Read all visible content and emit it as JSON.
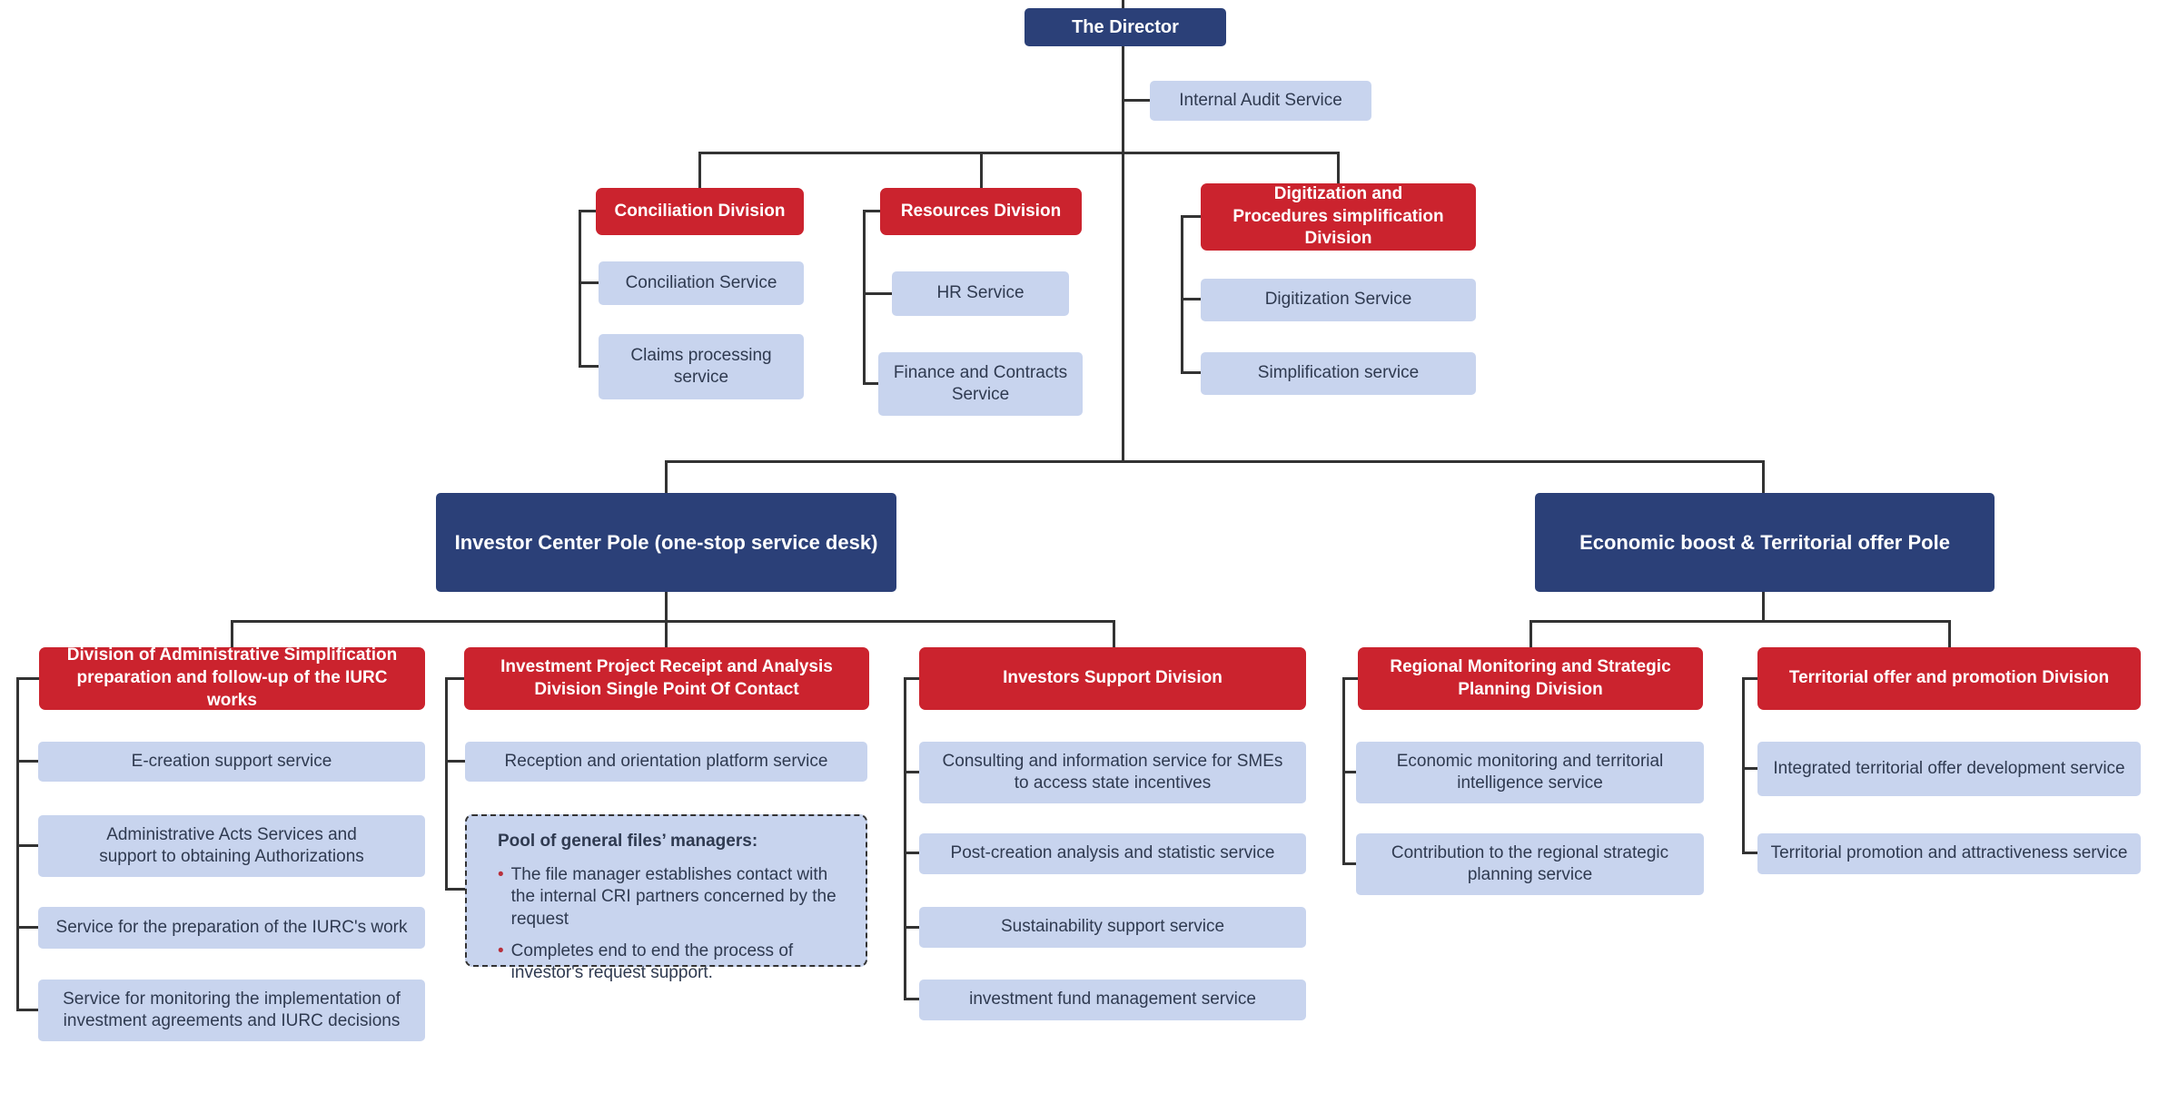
{
  "colors": {
    "navy": "#2b4078",
    "red": "#cb232e",
    "light_blue": "#c8d4ee",
    "line": "#333333",
    "service_text": "#2f3a50",
    "bullet": "#b8303c"
  },
  "director": {
    "label": "The Director"
  },
  "internal_audit": {
    "label": "Internal Audit Service"
  },
  "top_divisions": [
    {
      "label": "Conciliation Division",
      "services": [
        "Conciliation Service",
        "Claims processing service"
      ]
    },
    {
      "label": "Resources Division",
      "services": [
        "HR Service",
        "Finance and Contracts Service"
      ]
    },
    {
      "label": "Digitization and Procedures simplification Division",
      "services": [
        "Digitization Service",
        "Simplification service"
      ]
    }
  ],
  "poles": [
    {
      "label": "Investor Center Pole (one-stop service desk)"
    },
    {
      "label": "Economic boost & Territorial offer Pole"
    }
  ],
  "bottom_divisions": [
    {
      "label": "Division of Administrative Simplification preparation and follow-up of the IURC works",
      "services": [
        "E-creation support service",
        "Administrative Acts Services and support to obtaining Authorizations",
        "Service for the preparation of the IURC's work",
        "Service for monitoring the implementation of investment agreements and IURC decisions"
      ]
    },
    {
      "label": "Investment Project Receipt and Analysis Division Single Point Of Contact",
      "services": [
        "Reception and orientation platform service"
      ],
      "pool": {
        "title": "Pool of general files’ managers:",
        "bullet": "•",
        "items": [
          "The file manager establishes contact with the internal CRI partners concerned by the request",
          "Completes end to end the process of investor's request support."
        ]
      }
    },
    {
      "label": "Investors Support Division",
      "services": [
        "Consulting and information service for SMEs to access state incentives",
        "Post-creation analysis and statistic service",
        "Sustainability support service",
        "investment fund management service"
      ]
    },
    {
      "label": "Regional Monitoring and Strategic Planning Division",
      "services": [
        "Economic monitoring and territorial intelligence service",
        "Contribution to the regional strategic planning service"
      ]
    },
    {
      "label": "Territorial offer and promotion Division",
      "services": [
        "Integrated territorial offer development service",
        "Territorial promotion and attractiveness service"
      ]
    }
  ]
}
